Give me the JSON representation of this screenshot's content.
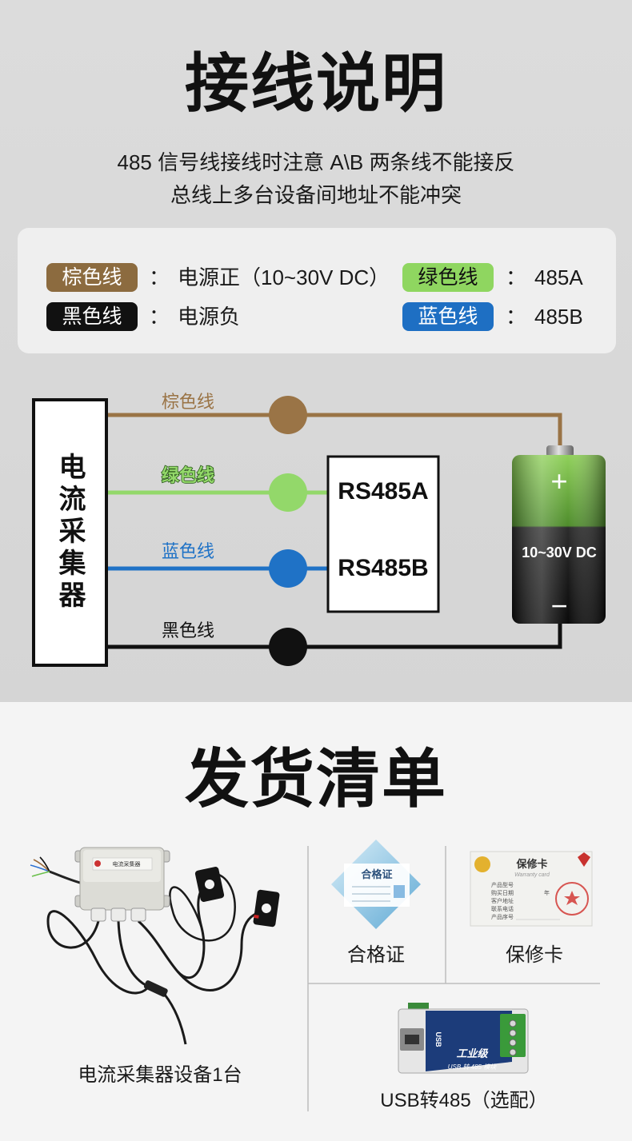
{
  "wiring": {
    "title": "接线说明",
    "notes": [
      "485 信号线接线时注意 A\\B 两条线不能接反",
      "总线上多台设备间地址不能冲突"
    ],
    "legend": [
      {
        "label": "棕色线",
        "sep": "：",
        "value": "电源正（10~30V DC）",
        "color": "#8c6b3f"
      },
      {
        "label": "绿色线",
        "sep": "：",
        "value": "485A",
        "color": "#8fd660"
      },
      {
        "label": "黑色线",
        "sep": "：",
        "value": "电源负",
        "color": "#111111"
      },
      {
        "label": "蓝色线",
        "sep": "：",
        "value": "485B",
        "color": "#1e6fc3"
      }
    ]
  },
  "diagram": {
    "collector_label": "电流采集器",
    "wires": [
      {
        "name": "棕色线",
        "color": "#9a7446"
      },
      {
        "name": "绿色线",
        "color": "#93d86a"
      },
      {
        "name": "蓝色线",
        "color": "#1f72c6"
      },
      {
        "name": "黑色线",
        "color": "#111111"
      }
    ],
    "rs485": [
      "RS485A",
      "RS485B"
    ],
    "battery": {
      "plus": "+",
      "voltage": "10~30V DC",
      "minus": "−"
    }
  },
  "packing": {
    "title": "发货清单",
    "items": [
      {
        "caption": "电流采集器设备1台",
        "device_label": "电流采集器"
      },
      {
        "caption": "合格证",
        "card_title": "合格证"
      },
      {
        "caption": "保修卡",
        "card_title": "保修卡",
        "card_subtitle": "Warranty card",
        "fields": [
          "产品型号",
          "购买日期",
          "客户地址",
          "联系电话",
          "产品序号"
        ],
        "date_unit": "年"
      },
      {
        "caption": "USB转485（选配）",
        "grade": "工业级",
        "model_text": "USB 转 485 模块",
        "port_label": "USB"
      }
    ]
  }
}
